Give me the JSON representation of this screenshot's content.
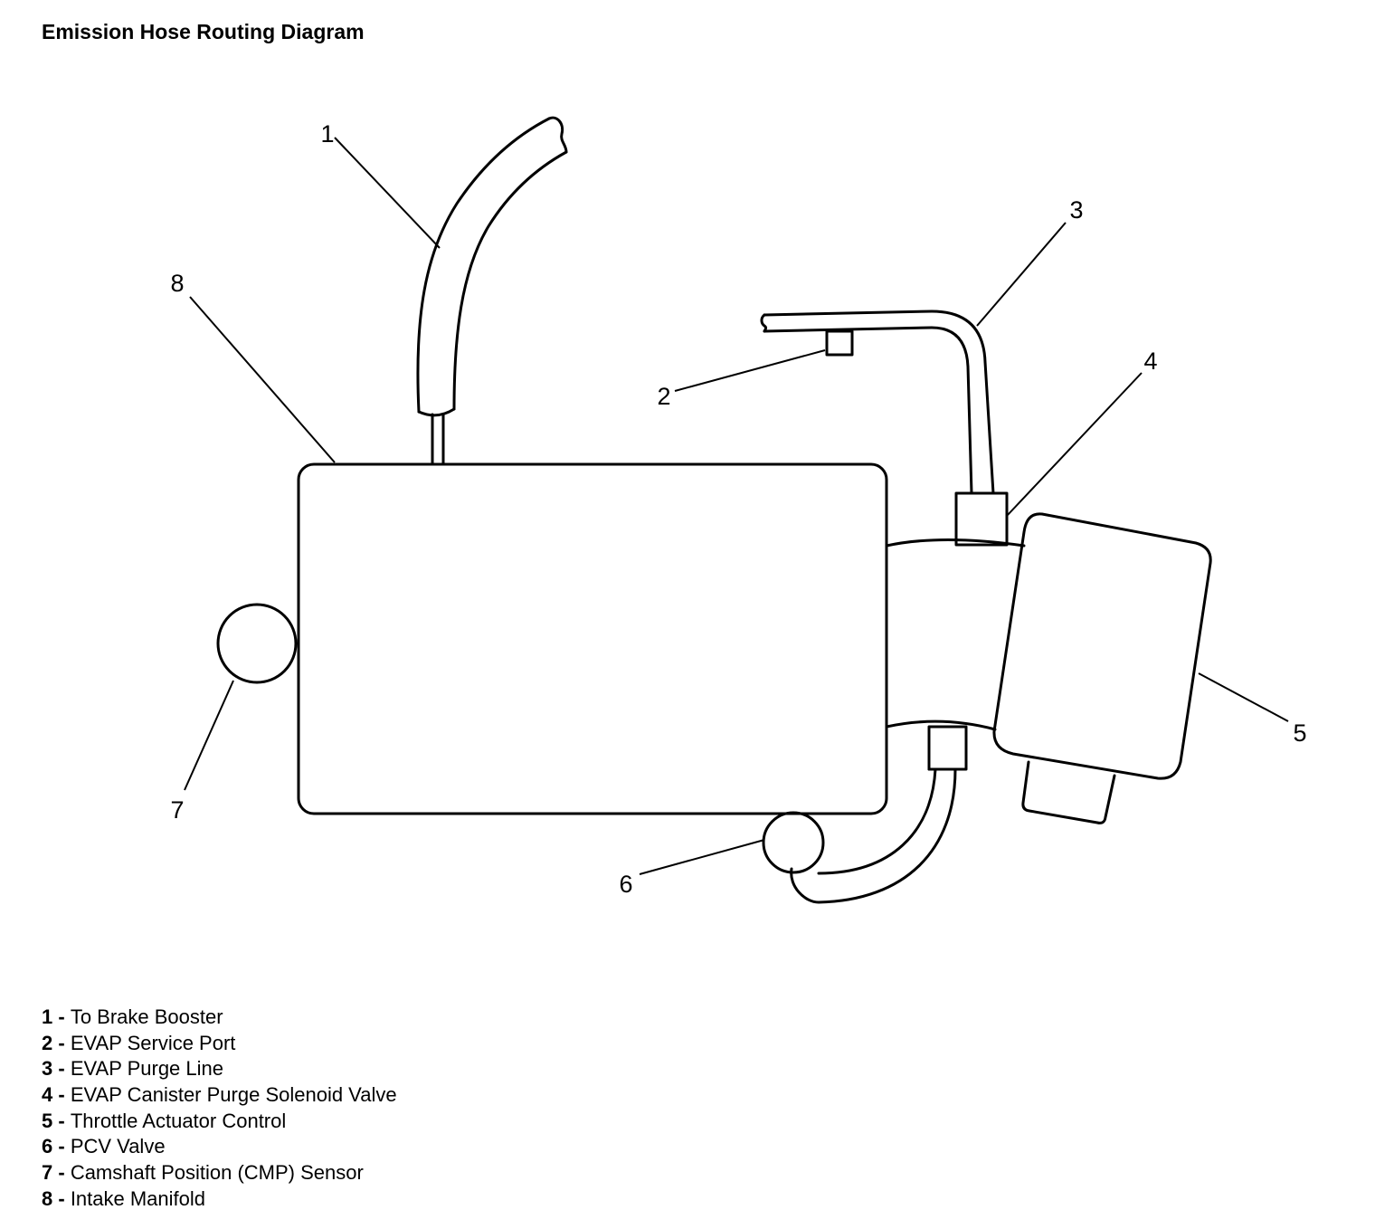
{
  "title": "Emission Hose Routing Diagram",
  "callouts": [
    "1",
    "2",
    "3",
    "4",
    "5",
    "6",
    "7",
    "8"
  ],
  "legend": [
    {
      "num": "1",
      "sep": " - ",
      "label": "To Brake Booster"
    },
    {
      "num": "2",
      "sep": " - ",
      "label": "EVAP Service Port"
    },
    {
      "num": "3",
      "sep": " - ",
      "label": "EVAP Purge Line"
    },
    {
      "num": "4",
      "sep": " - ",
      "label": "EVAP Canister Purge Solenoid Valve"
    },
    {
      "num": "5",
      "sep": " - ",
      "label": "Throttle Actuator Control"
    },
    {
      "num": "6",
      "sep": " - ",
      "label": "PCV Valve"
    },
    {
      "num": "7",
      "sep": " - ",
      "label": "Camshaft Position (CMP) Sensor"
    },
    {
      "num": "8",
      "sep": " - ",
      "label": "Intake Manifold"
    }
  ]
}
